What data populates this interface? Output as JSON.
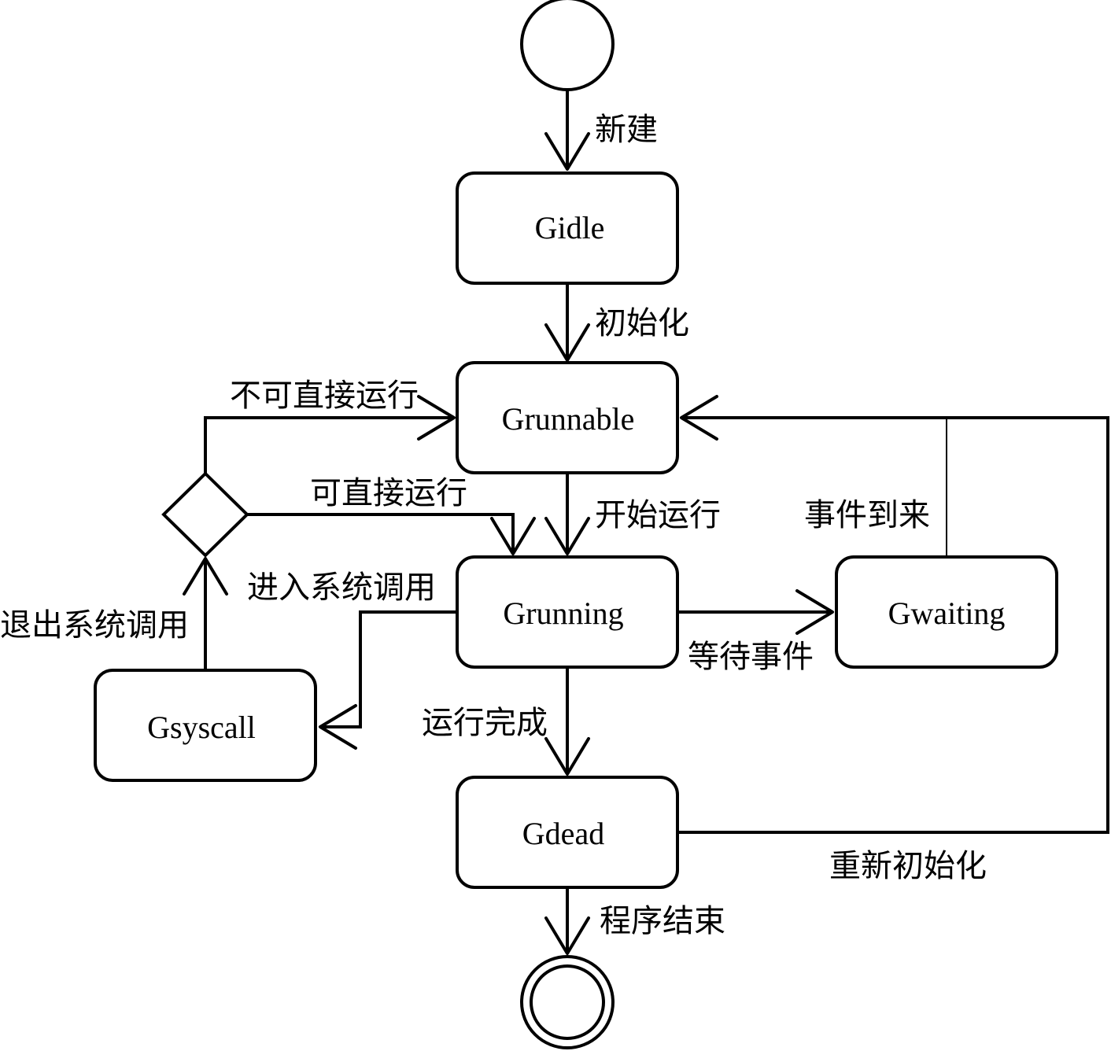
{
  "states": {
    "gidle": "Gidle",
    "grunnable": "Grunnable",
    "grunning": "Grunning",
    "gwaiting": "Gwaiting",
    "gsyscall": "Gsyscall",
    "gdead": "Gdead"
  },
  "transitions": {
    "new": "新建",
    "init": "初始化",
    "not_direct_run": "不可直接运行",
    "direct_run": "可直接运行",
    "start_run": "开始运行",
    "event_arrives": "事件到来",
    "enter_syscall": "进入系统调用",
    "exit_syscall": "退出系统调用",
    "wait_event": "等待事件",
    "run_complete": "运行完成",
    "reinit": "重新初始化",
    "program_end": "程序结束"
  }
}
